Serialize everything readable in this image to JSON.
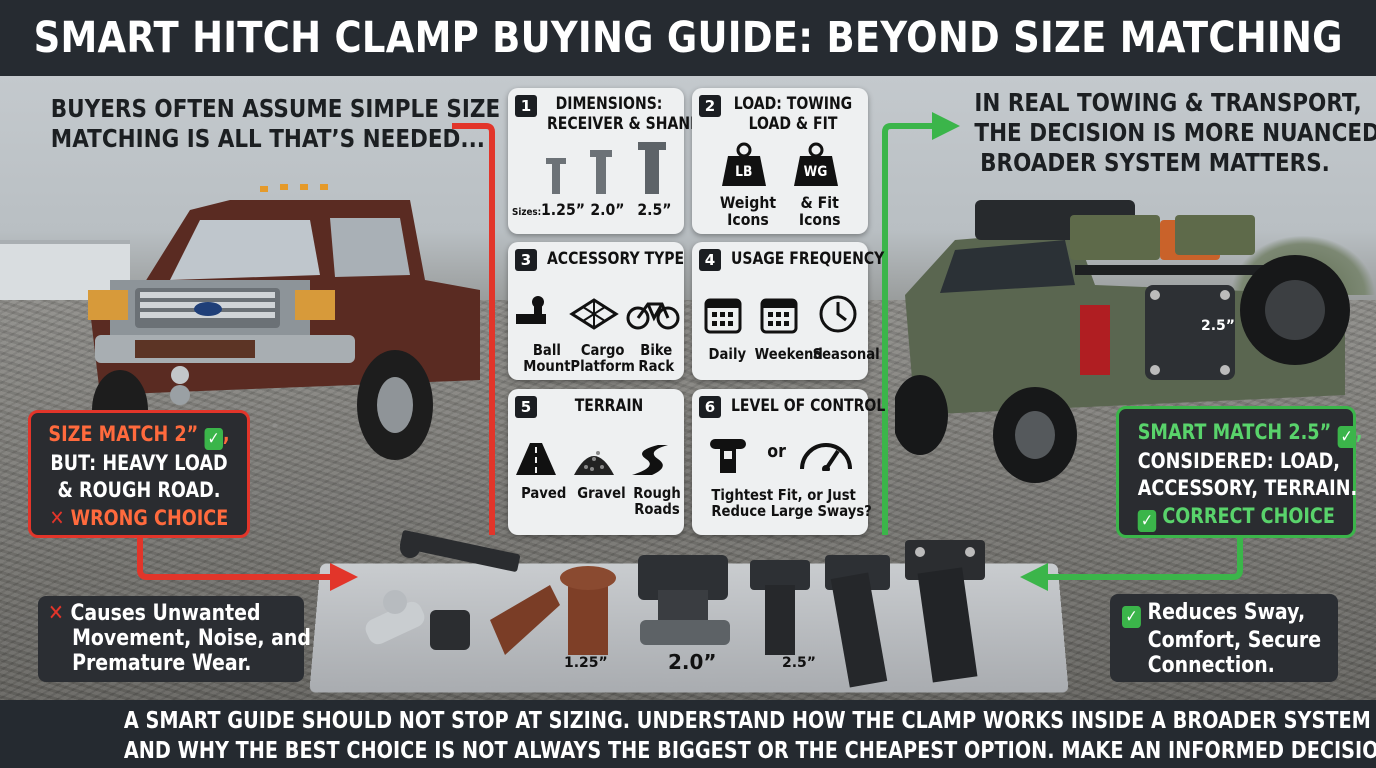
{
  "title": "SMART HITCH CLAMP BUYING GUIDE: BEYOND SIZE MATCHING",
  "intro_left": [
    "BUYERS OFTEN ASSUME SIMPLE SIZE",
    "MATCHING IS ALL THAT’S NEEDED..."
  ],
  "intro_right": [
    "IN REAL TOWING & TRANSPORT,",
    "THE DECISION IS MORE NUANCED.",
    "BROADER SYSTEM MATTERS."
  ],
  "cards": [
    {
      "num": "1",
      "title": [
        "DIMENSIONS:",
        "RECEIVER & SHANK"
      ],
      "sizes_label": "Sizes:",
      "sizes": [
        "1.25”",
        "2.0”",
        "2.5”"
      ]
    },
    {
      "num": "2",
      "title": [
        "LOAD: TOWING",
        "LOAD & FIT"
      ],
      "badges": [
        "LB",
        "WG"
      ],
      "captions": [
        [
          "Weight",
          "Icons"
        ],
        [
          "& Fit",
          "Icons"
        ]
      ]
    },
    {
      "num": "3",
      "title": [
        "ACCESSORY TYPE"
      ],
      "captions": [
        [
          "Ball",
          "Mount"
        ],
        [
          "Cargo",
          "Platform"
        ],
        [
          "Bike",
          "Rack"
        ]
      ],
      "icons": [
        "ball-mount-icon",
        "cargo-platform-icon",
        "bike-rack-icon"
      ]
    },
    {
      "num": "4",
      "title": [
        "USAGE FREQUENCY"
      ],
      "captions": [
        "Daily",
        "Weekend",
        "Seasonal"
      ],
      "icons": [
        "calendar-icon",
        "calendar-icon",
        "clock-icon"
      ]
    },
    {
      "num": "5",
      "title": [
        "TERRAIN"
      ],
      "captions": [
        [
          "Paved"
        ],
        [
          "Gravel"
        ],
        [
          "Rough",
          "Roads"
        ]
      ],
      "icons": [
        "paved-road-icon",
        "gravel-icon",
        "winding-road-icon"
      ]
    },
    {
      "num": "6",
      "title": [
        "LEVEL OF CONTROL"
      ],
      "or": "or",
      "question": [
        "Tightest Fit, or Just",
        "Reduce Large Sways?"
      ],
      "icons": [
        "clamp-icon",
        "gauge-icon"
      ]
    }
  ],
  "wrong_callout": {
    "line1": "SIZE MATCH 2”",
    "line2": "BUT: HEAVY LOAD",
    "line3": "& ROUGH ROAD.",
    "line4": "WRONG CHOICE"
  },
  "right_callout": {
    "line1": "SMART MATCH 2.5”",
    "line2": "CONSIDERED: LOAD,",
    "line3": "ACCESSORY, TERRAIN.",
    "line4": "CORRECT CHOICE"
  },
  "wrong_note": [
    "Causes Unwanted",
    "Movement, Noise, and",
    "Premature Wear."
  ],
  "right_note": [
    "Reduces Sway,",
    "Comfort, Secure",
    "Connection."
  ],
  "table_sizes": [
    "1.25”",
    "2.0”",
    "2.5”"
  ],
  "truck_right_plate": "2.5”",
  "footer": [
    "A SMART GUIDE SHOULD NOT STOP AT SIZING. UNDERSTAND HOW THE CLAMP WORKS INSIDE A BROADER SYSTEM",
    "AND WHY THE BEST CHOICE IS NOT ALWAYS THE BIGGEST OR THE CHEAPEST OPTION. MAKE AN INFORMED DECISION."
  ],
  "colors": {
    "wrong": "#e2352a",
    "right": "#3bb54a",
    "dark": "#262b31"
  }
}
